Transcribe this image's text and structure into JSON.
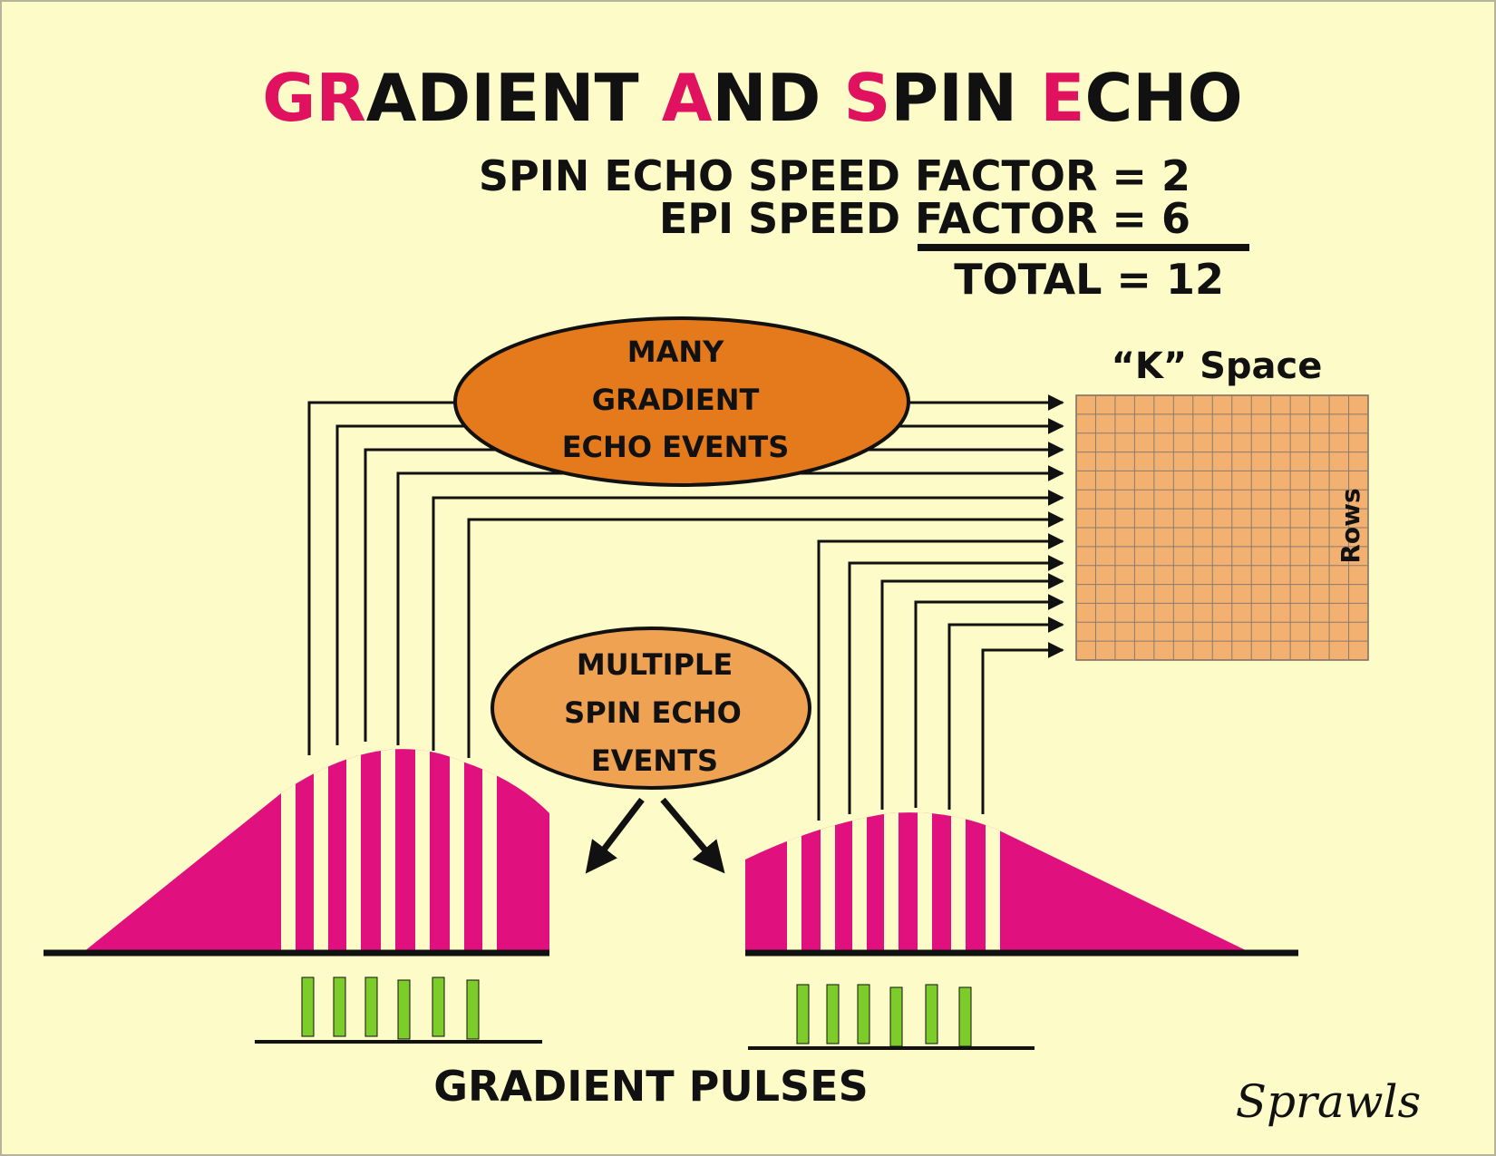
{
  "title": {
    "segments": [
      {
        "text": "GR",
        "color": "#e0115f"
      },
      {
        "text": "ADIENT ",
        "color": "#111111"
      },
      {
        "text": "A",
        "color": "#e0115f"
      },
      {
        "text": "ND ",
        "color": "#111111"
      },
      {
        "text": "S",
        "color": "#e0115f"
      },
      {
        "text": "PIN ",
        "color": "#111111"
      },
      {
        "text": "E",
        "color": "#e0115f"
      },
      {
        "text": "CHO",
        "color": "#111111"
      }
    ]
  },
  "equation": {
    "line1": "SPIN ECHO SPEED FACTOR = 2",
    "line2": "EPI SPEED FACTOR = 6",
    "total": "TOTAL = 12"
  },
  "gradient_ellipse": {
    "lines": [
      "MANY",
      "GRADIENT",
      "ECHO EVENTS"
    ]
  },
  "spin_ellipse": {
    "lines": [
      "MULTIPLE",
      "SPIN ECHO",
      "EVENTS"
    ]
  },
  "kspace": {
    "title": "“K” Space",
    "rows_label": "Rows"
  },
  "footer": {
    "label": "GRADIENT PULSES"
  },
  "signature": "Sprawls",
  "colors": {
    "background": "#fdfbc8",
    "magenta": "#e0117f",
    "orange_dark": "#e47a1c",
    "orange_light": "#f0a253",
    "kspace_fill": "#f2b171",
    "green": "#7ccc2a",
    "title_accent": "#e0115f"
  }
}
